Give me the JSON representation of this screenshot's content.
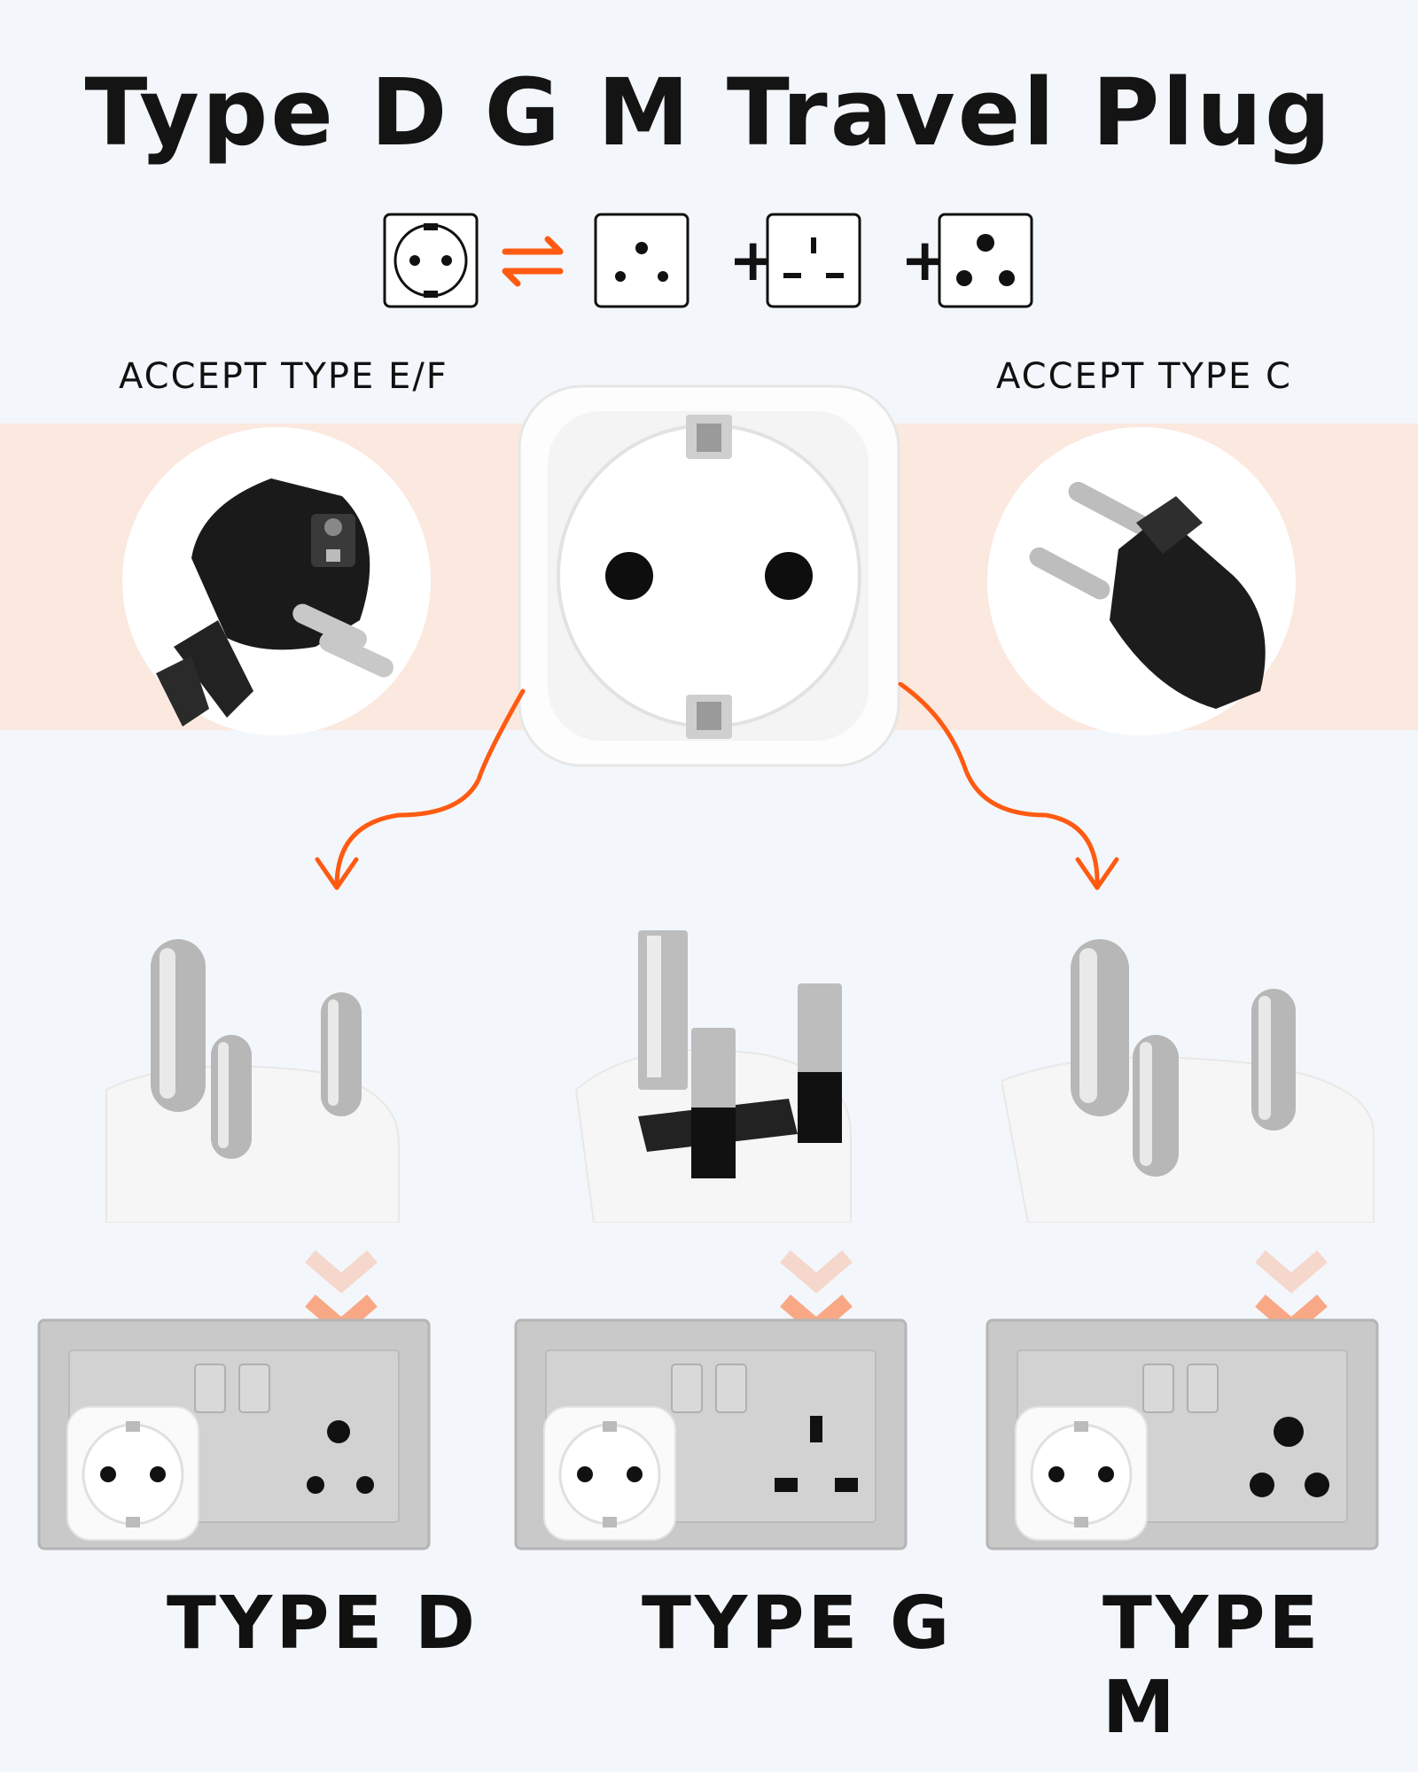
{
  "title": "Type D G M Travel Plug",
  "accept_left": "ACCEPT TYPE E/F",
  "accept_right": "ACCEPT TYPE C",
  "formula": {
    "plus_1": "+",
    "plus_2": "+"
  },
  "icons": {
    "source": "schuko-socket-icon",
    "convert": "swap-arrows-icon",
    "targets": [
      "type-d-socket-icon",
      "type-g-socket-icon",
      "type-m-socket-icon"
    ]
  },
  "types": [
    {
      "label": "TYPE D"
    },
    {
      "label": "TYPE G"
    },
    {
      "label": "TYPE M"
    }
  ],
  "colors": {
    "accent": "#ff5a12",
    "band": "#fbe8df",
    "background": "#f3f7fb",
    "text": "#111111"
  }
}
